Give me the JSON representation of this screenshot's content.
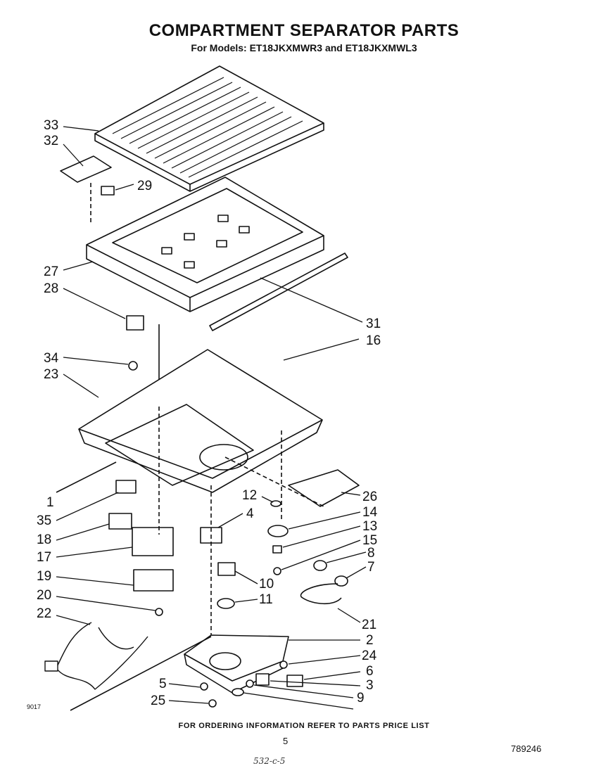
{
  "title": "COMPARTMENT SEPARATOR PARTS",
  "subtitle": "For Models: ET18JKXMWR3 and ET18JKXMWL3",
  "footer": "FOR ORDERING INFORMATION REFER TO PARTS PRICE LIST",
  "page_number": "5",
  "document_number": "789246",
  "figure_code": "9017",
  "handwritten_note": "532-c-5",
  "callouts": [
    "33",
    "32",
    "29",
    "27",
    "28",
    "31",
    "16",
    "34",
    "23",
    "1",
    "35",
    "18",
    "17",
    "19",
    "20",
    "22",
    "12",
    "4",
    "26",
    "14",
    "13",
    "15",
    "8",
    "7",
    "10",
    "11",
    "21",
    "2",
    "24",
    "6",
    "5",
    "3",
    "25",
    "9"
  ]
}
